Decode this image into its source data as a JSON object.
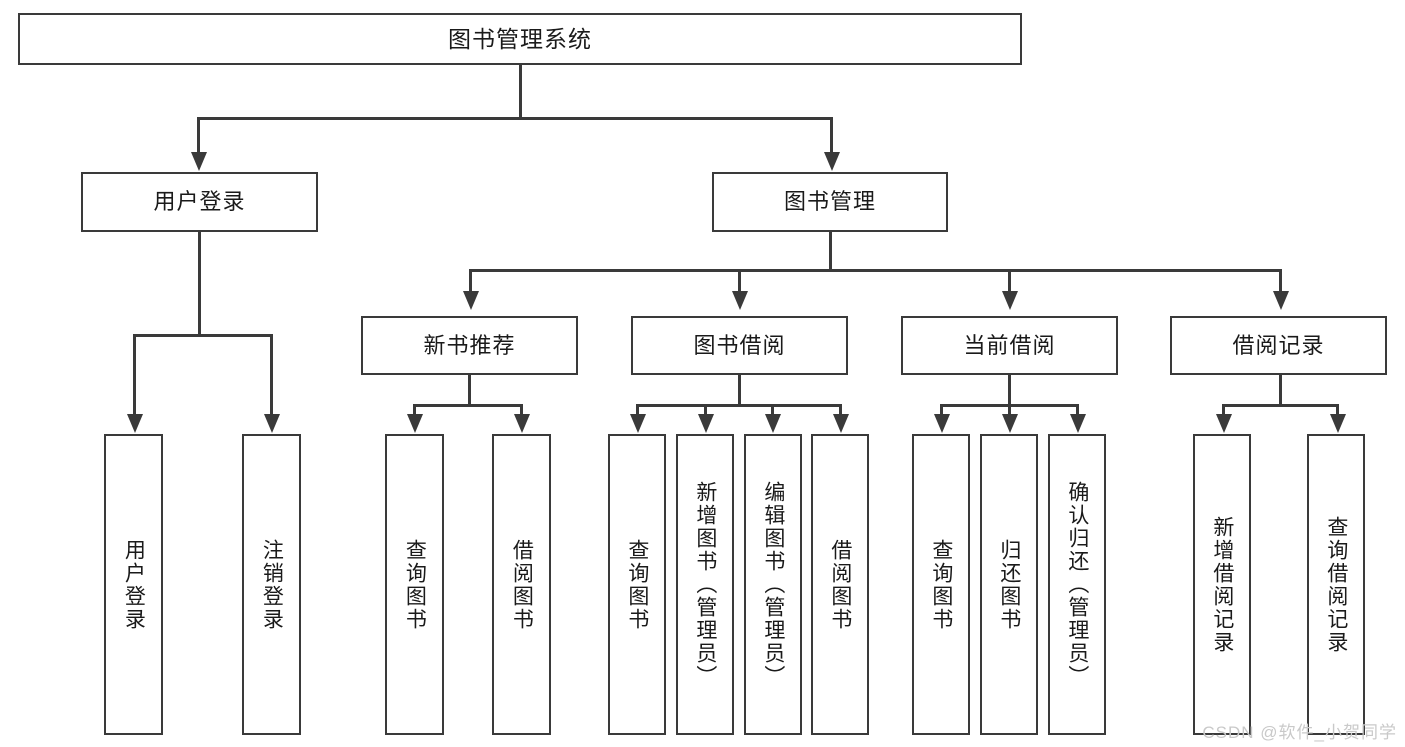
{
  "diagram": {
    "title": "图书管理系统",
    "type": "hierarchy-tree",
    "watermark": "CSDN @软件_小贺同学",
    "root": {
      "label": "图书管理系统"
    },
    "level1": [
      {
        "label": "用户登录"
      },
      {
        "label": "图书管理"
      }
    ],
    "level2": [
      {
        "label": "新书推荐"
      },
      {
        "label": "图书借阅"
      },
      {
        "label": "当前借阅"
      },
      {
        "label": "借阅记录"
      }
    ],
    "leaves": {
      "user_login": [
        {
          "label": "用户登录"
        },
        {
          "label": "注销登录"
        }
      ],
      "new_book_recommend": [
        {
          "label": "查询图书"
        },
        {
          "label": "借阅图书"
        }
      ],
      "book_borrow": [
        {
          "label": "查询图书"
        },
        {
          "label": "新增图书（管理员）"
        },
        {
          "label": "编辑图书（管理员）"
        },
        {
          "label": "借阅图书"
        }
      ],
      "current_borrow": [
        {
          "label": "查询图书"
        },
        {
          "label": "归还图书"
        },
        {
          "label": "确认归还（管理员）"
        }
      ],
      "borrow_record": [
        {
          "label": "新增借阅记录"
        },
        {
          "label": "查询借阅记录"
        }
      ]
    }
  }
}
